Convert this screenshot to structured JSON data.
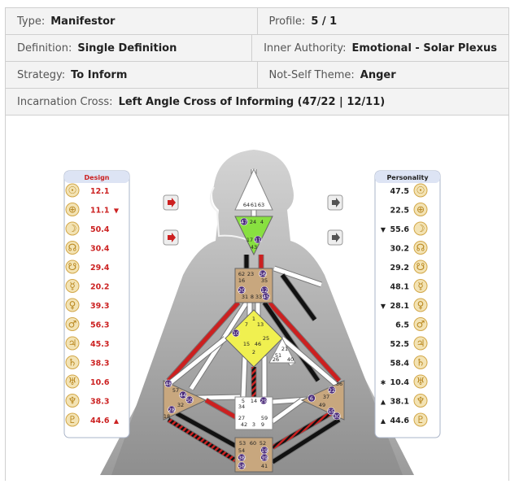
{
  "info": {
    "type_label": "Type:",
    "type_value": "Manifestor",
    "profile_label": "Profile:",
    "profile_value": "5 / 1",
    "definition_label": "Definition:",
    "definition_value": "Single Definition",
    "authority_label": "Inner Authority:",
    "authority_value": "Emotional - Solar Plexus",
    "strategy_label": "Strategy:",
    "strategy_value": "To Inform",
    "notself_label": "Not-Self Theme:",
    "notself_value": "Anger",
    "cross_label": "Incarnation Cross:",
    "cross_value": "Left Angle Cross of Informing (47/22 | 12/11)"
  },
  "design": {
    "title": "Design",
    "color": "#cc2222",
    "rows": [
      {
        "icon": "sun-icon",
        "glyph": "☉",
        "value": "12.1",
        "mark": ""
      },
      {
        "icon": "earth-icon",
        "glyph": "⊕",
        "value": "11.1",
        "mark": "▼"
      },
      {
        "icon": "moon-icon",
        "glyph": "☽",
        "value": "50.4",
        "mark": ""
      },
      {
        "icon": "north-node-icon",
        "glyph": "☊",
        "value": "30.4",
        "mark": ""
      },
      {
        "icon": "south-node-icon",
        "glyph": "☋",
        "value": "29.4",
        "mark": ""
      },
      {
        "icon": "mercury-icon",
        "glyph": "☿",
        "value": "20.2",
        "mark": ""
      },
      {
        "icon": "venus-icon",
        "glyph": "♀",
        "value": "39.3",
        "mark": ""
      },
      {
        "icon": "mars-icon",
        "glyph": "♂",
        "value": "56.3",
        "mark": ""
      },
      {
        "icon": "jupiter-icon",
        "glyph": "♃",
        "value": "45.3",
        "mark": ""
      },
      {
        "icon": "saturn-icon",
        "glyph": "♄",
        "value": "38.3",
        "mark": ""
      },
      {
        "icon": "uranus-icon",
        "glyph": "♅",
        "value": "10.6",
        "mark": ""
      },
      {
        "icon": "neptune-icon",
        "glyph": "♆",
        "value": "38.3",
        "mark": ""
      },
      {
        "icon": "pluto-icon",
        "glyph": "♇",
        "value": "44.6",
        "mark": "▲"
      }
    ]
  },
  "personality": {
    "title": "Personality",
    "color": "#222222",
    "rows": [
      {
        "icon": "sun-icon",
        "glyph": "☉",
        "value": "47.5",
        "mark": ""
      },
      {
        "icon": "earth-icon",
        "glyph": "⊕",
        "value": "22.5",
        "mark": ""
      },
      {
        "icon": "moon-icon",
        "glyph": "☽",
        "value": "55.6",
        "mark": "▼"
      },
      {
        "icon": "north-node-icon",
        "glyph": "☊",
        "value": "30.2",
        "mark": ""
      },
      {
        "icon": "south-node-icon",
        "glyph": "☋",
        "value": "29.2",
        "mark": ""
      },
      {
        "icon": "mercury-icon",
        "glyph": "☿",
        "value": "48.1",
        "mark": ""
      },
      {
        "icon": "venus-icon",
        "glyph": "♀",
        "value": "28.1",
        "mark": "▼"
      },
      {
        "icon": "mars-icon",
        "glyph": "♂",
        "value": "6.5",
        "mark": ""
      },
      {
        "icon": "jupiter-icon",
        "glyph": "♃",
        "value": "52.5",
        "mark": ""
      },
      {
        "icon": "saturn-icon",
        "glyph": "♄",
        "value": "58.4",
        "mark": ""
      },
      {
        "icon": "uranus-icon",
        "glyph": "♅",
        "value": "10.4",
        "mark": "✱"
      },
      {
        "icon": "neptune-icon",
        "glyph": "♆",
        "value": "38.1",
        "mark": "▲"
      },
      {
        "icon": "pluto-icon",
        "glyph": "♇",
        "value": "44.6",
        "mark": "▲"
      }
    ]
  },
  "colors": {
    "defined_center": "#c8a77e",
    "head": "#ffffff",
    "ajna": "#88e040",
    "g_center": "#f0f050",
    "channel_red": "#cc2020",
    "channel_black": "#111111",
    "body_gray": "#a0a0a0"
  },
  "centers": {
    "head": {
      "gates": [
        "64",
        "61",
        "63"
      ]
    },
    "ajna": {
      "gates": [
        "47",
        "24",
        "4",
        "17",
        "11",
        "43"
      ]
    },
    "throat": {
      "gates": [
        "62",
        "23",
        "56",
        "16",
        "35",
        "20",
        "12",
        "31",
        "8",
        "33",
        "45"
      ]
    },
    "g": {
      "gates": [
        "1",
        "7",
        "13",
        "10",
        "15",
        "46",
        "25",
        "2"
      ]
    },
    "heart": {
      "gates": [
        "21",
        "51",
        "26",
        "40"
      ]
    },
    "spleen": {
      "gates": [
        "48",
        "57",
        "44",
        "50",
        "32",
        "28",
        "18"
      ]
    },
    "solar": {
      "gates": [
        "36",
        "22",
        "37",
        "6",
        "49",
        "55",
        "30"
      ]
    },
    "sacral": {
      "gates": [
        "5",
        "14",
        "29",
        "34",
        "27",
        "59",
        "42",
        "3",
        "9"
      ]
    },
    "root": {
      "gates": [
        "53",
        "60",
        "52",
        "54",
        "19",
        "38",
        "39",
        "58",
        "41"
      ]
    }
  }
}
